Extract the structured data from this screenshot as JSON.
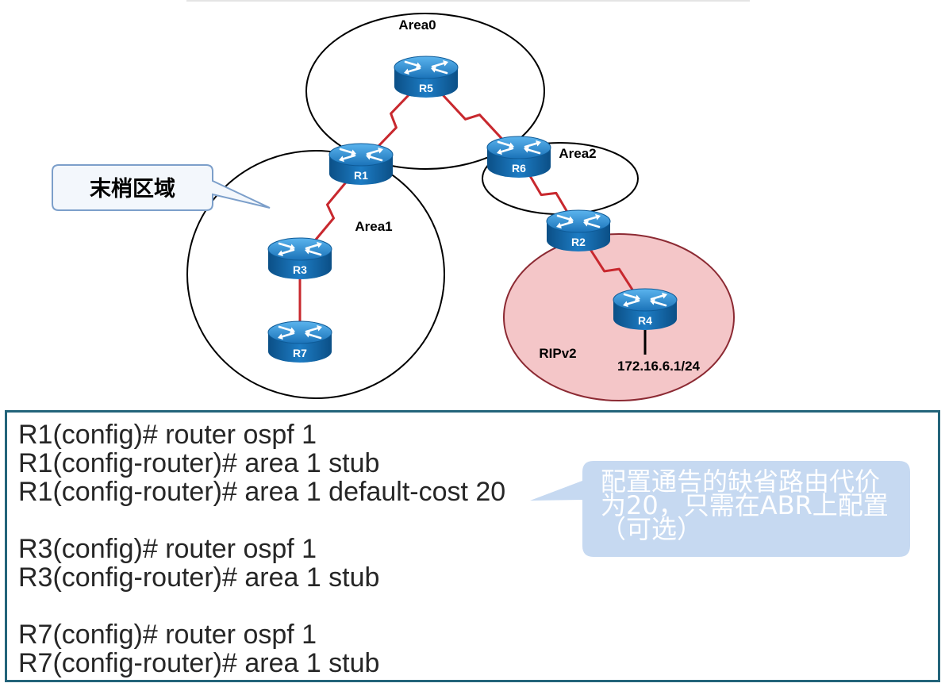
{
  "diagram": {
    "area_labels": {
      "area0": "Area0",
      "area1": "Area1",
      "area2": "Area2",
      "rip": "RIPv2"
    },
    "routers": {
      "r1": "R1",
      "r2": "R2",
      "r3": "R3",
      "r4": "R4",
      "r5": "R5",
      "r6": "R6",
      "r7": "R7"
    },
    "r4_network": "172.16.6.1/24",
    "stub_callout": "末梢区域"
  },
  "config": {
    "blocks": [
      {
        "lines": [
          "R1(config)# router ospf 1",
          "R1(config-router)# area 1 stub",
          "R1(config-router)# area 1 default-cost 20"
        ]
      },
      {
        "lines": [
          "R3(config)# router ospf 1",
          "R3(config-router)# area 1 stub"
        ]
      },
      {
        "lines": [
          "R7(config)# router ospf 1",
          "R7(config-router)# area 1 stub"
        ]
      }
    ]
  },
  "note": {
    "lines": [
      "配置通告的缺省路由代价",
      "为20，只需在ABR上配置",
      "（可选）"
    ]
  },
  "colors": {
    "router": "#1d7cc4",
    "serial_link": "#c8282e",
    "rip_fill": "#f4c6c8",
    "rip_stroke": "#8c2a33",
    "code_border": "#23647a",
    "note_fill": "#c6d9f1",
    "callout_border": "#7c9fca"
  },
  "icons": {
    "router": "router-icon"
  }
}
